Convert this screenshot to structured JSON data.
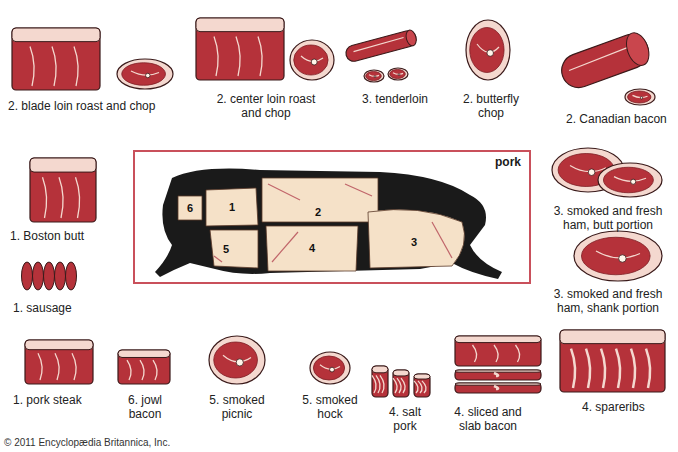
{
  "diagram": {
    "nodes": [
      {
        "text": [
          "pork"
        ]
      }
    ],
    "labels": [
      "2. blade loin roast and chop",
      "2. center loin roast and chop",
      "3. tenderloin",
      "2. butterfly chop",
      "2. Canadian bacon",
      "1. Boston butt",
      "3. smoked and fresh ham, butt portion",
      "1. sausage",
      "3. smoked and fresh ham, shank portion",
      "1. pork steak",
      "6. jowl bacon",
      "5. smoked picnic",
      "5. smoked hock",
      "4. salt pork",
      "4. sliced and slab bacon",
      "4. spareribs",
      "6",
      "1",
      "2",
      "5",
      "4",
      "3",
      "© 2011 Encyclopædia Britannica, Inc."
    ]
  }
}
